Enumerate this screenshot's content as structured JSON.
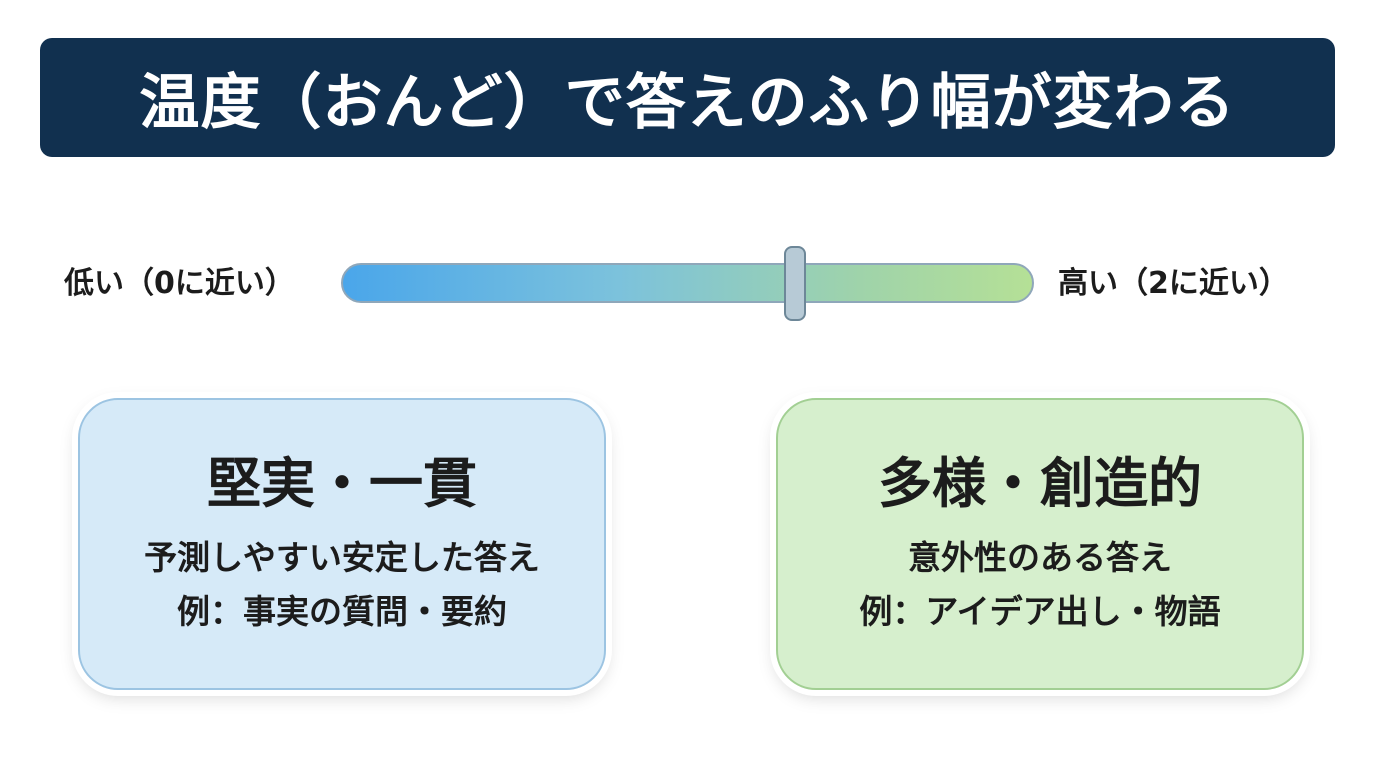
{
  "title": "温度（おんど）で答えのふり幅が変わる",
  "slider": {
    "low_label": "低い（0に近い）",
    "high_label": "高い（2に近い）",
    "min": 0,
    "max": 2,
    "value": 1.33,
    "track_gradient": [
      "#4aa6ea",
      "#b5e096"
    ]
  },
  "cards": {
    "low": {
      "heading": "堅実・一貫",
      "line1": "予測しやすい安定した答え",
      "line2": "例：事実の質問・要約",
      "color": "#d6eaf8"
    },
    "high": {
      "heading": "多様・創造的",
      "line1": "意外性のある答え",
      "line2": "例：アイデア出し・物語",
      "color": "#d6efcd"
    }
  }
}
